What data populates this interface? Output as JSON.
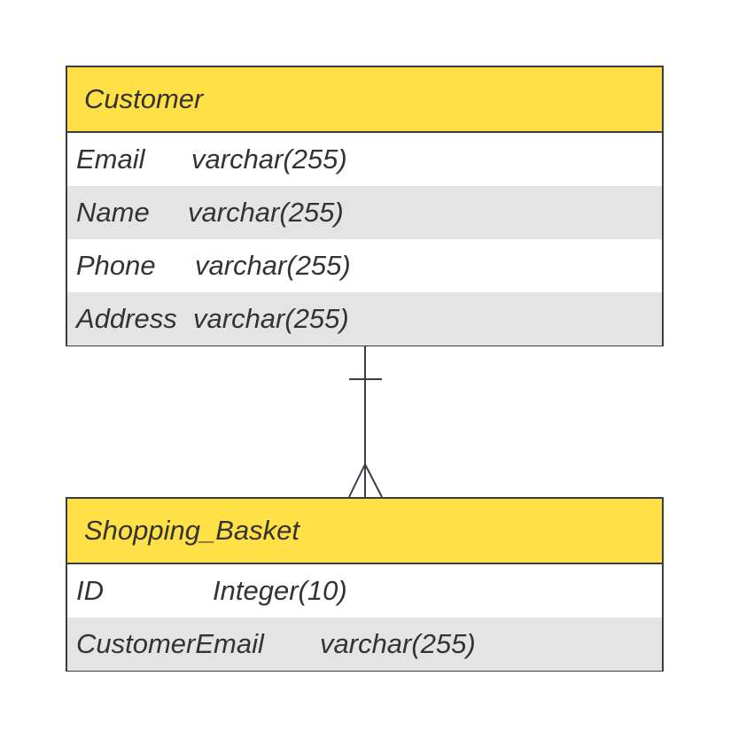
{
  "colors": {
    "header_fill": "#ffe047",
    "row_alt_fill": "#e4e4e4",
    "border": "#3a3d45",
    "text": "#333333"
  },
  "entities": [
    {
      "name": "Customer",
      "fields": [
        {
          "name": "Email",
          "type": "varchar(255)"
        },
        {
          "name": "Name",
          "type": "varchar(255)"
        },
        {
          "name": "Phone",
          "type": "varchar(255)"
        },
        {
          "name": "Address",
          "type": "varchar(255)"
        }
      ]
    },
    {
      "name": "Shopping_Basket",
      "fields": [
        {
          "name": "ID",
          "type": "Integer(10)"
        },
        {
          "name": "CustomerEmail",
          "type": "varchar(255)"
        }
      ]
    }
  ],
  "relationship": {
    "from": "Customer",
    "to": "Shopping_Basket",
    "from_cardinality": "one",
    "to_cardinality": "many"
  }
}
